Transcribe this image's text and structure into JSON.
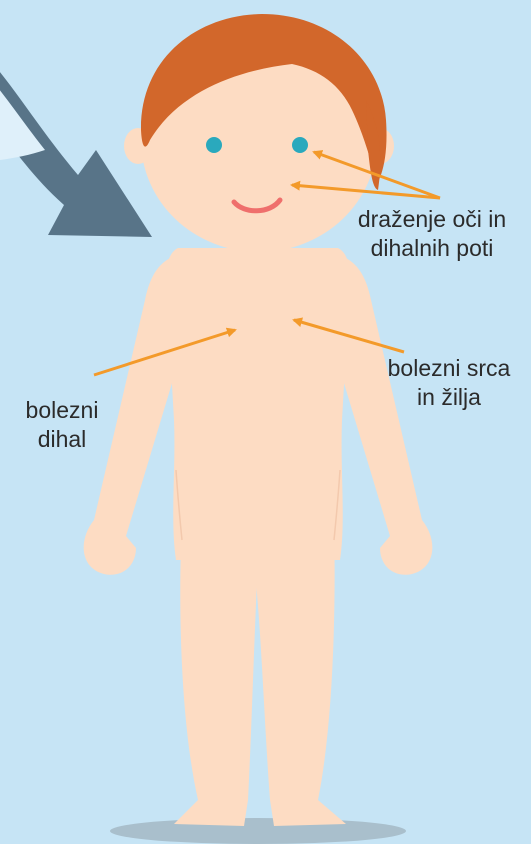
{
  "labels": {
    "eyes_nose": [
      "draženje oči in",
      "dihalnih poti"
    ],
    "heart_vessels": [
      "bolezni srca",
      "in žilja"
    ],
    "respiratory": [
      "bolezni",
      "dihal"
    ]
  },
  "colors": {
    "background": "#c6e4f5",
    "skin": "#fddcc3",
    "hair": "#d2672b",
    "eyes": "#2aa9bd",
    "mouth": "#ef6f6c",
    "arrow": "#f39a2a",
    "big_arrow": "#587488",
    "shadow": "#a9bfcc"
  },
  "icons": {
    "incoming_arrow": "curved-arrow-icon"
  }
}
